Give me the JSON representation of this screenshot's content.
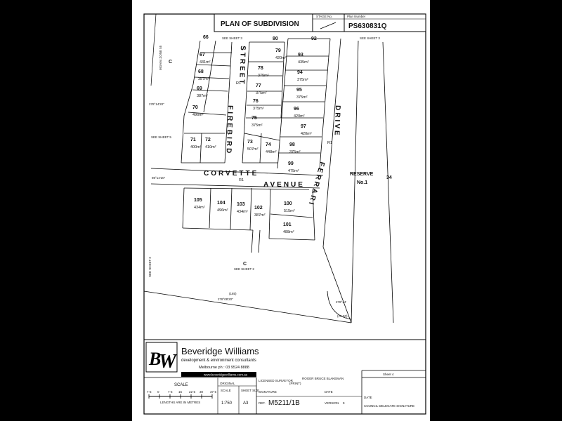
{
  "header": {
    "title": "PLAN OF SUBDIVISION",
    "stage_label": "STAGE No.",
    "plan_number_label": "Plan Number",
    "plan_number": "PS630831Q"
  },
  "streets": {
    "firebird": "FIREBIRD",
    "street": "STREET",
    "corvette": "CORVETTE",
    "avenue": "AVENUE",
    "ferrari": "FERRARI",
    "drive": "DRIVE",
    "reserve": "RESERVE",
    "reserve_no": "No.1",
    "r1": "R1"
  },
  "sheet_refs": {
    "see_sheet_3_a": "SEE SHEET 3",
    "see_sheet_3_b": "SEE SHEET 3",
    "see_sheet_5": "SEE SHEET 5",
    "see_sheet_2_a": "SEE SHEET 2",
    "see_sheet_2_b": "SEE SHEET 2",
    "c_a": "C",
    "c_b": "C",
    "zone": "MGA94 ZONE 55",
    "lot_34": "34"
  },
  "lots": [
    {
      "id": "66",
      "area": ""
    },
    {
      "id": "67",
      "area": "431m²"
    },
    {
      "id": "68",
      "area": "387m²"
    },
    {
      "id": "69",
      "area": "387m²"
    },
    {
      "id": "70",
      "area": "496m²"
    },
    {
      "id": "71",
      "area": "400m²"
    },
    {
      "id": "72",
      "area": "410m²"
    },
    {
      "id": "73",
      "area": "507m²"
    },
    {
      "id": "74",
      "area": "448m²"
    },
    {
      "id": "75",
      "area": "375m²"
    },
    {
      "id": "76",
      "area": "375m²"
    },
    {
      "id": "77",
      "area": "375m²"
    },
    {
      "id": "78",
      "area": "375m²"
    },
    {
      "id": "79",
      "area": "420m²"
    },
    {
      "id": "80",
      "area": ""
    },
    {
      "id": "92",
      "area": ""
    },
    {
      "id": "93",
      "area": "435m²"
    },
    {
      "id": "94",
      "area": "375m²"
    },
    {
      "id": "95",
      "area": "375m²"
    },
    {
      "id": "96",
      "area": "420m²"
    },
    {
      "id": "97",
      "area": "420m²"
    },
    {
      "id": "98",
      "area": "375m²"
    },
    {
      "id": "99",
      "area": "475m²"
    },
    {
      "id": "100",
      "area": "515m²"
    },
    {
      "id": "101",
      "area": "488m²"
    },
    {
      "id": "102",
      "area": "387m²"
    },
    {
      "id": "103",
      "area": "434m²"
    },
    {
      "id": "104",
      "area": "496m²"
    },
    {
      "id": "105",
      "area": "434m²"
    }
  ],
  "bearings": {
    "b1": "278°14'20\"",
    "b2": "98°14'20\"",
    "b3": "278°08'20\"",
    "b4": "(185)",
    "b5": "278°14'",
    "b6": "(13·50)"
  },
  "footer": {
    "company": "Beveridge Williams",
    "tagline": "development & environment consultants",
    "phone": "Melbourne ph : 03 9524 8888",
    "website": "www.beveridgewilliams.com.au",
    "scale_label": "SCALE",
    "scale_ticks": [
      "7·5",
      "0",
      "7·5",
      "15",
      "22·5",
      "30",
      "37·5"
    ],
    "lengths_note": "LENGTHS ARE IN METRES",
    "scale_value": "1:750",
    "original_label": "ORIGINAL",
    "scale_col": "SCALE",
    "sheet_size_label": "SHEET SIZE",
    "sheet_size": "A3",
    "surveyor_label": "LICENSED SURVEYOR",
    "surveyor_name": "ROGER BRUCE BLAKEMAN",
    "print_label": "(PRINT)",
    "signature_label": "SIGNATURE",
    "date_label": "DATE",
    "ref_label": "REF.",
    "ref_value": "M5211/1B",
    "version_label": "VERSION",
    "version_value": "9",
    "sheet_label": "Sheet 4",
    "date_label2": "DATE",
    "council_label": "COUNCIL DELEGATE SIGNATURE"
  }
}
